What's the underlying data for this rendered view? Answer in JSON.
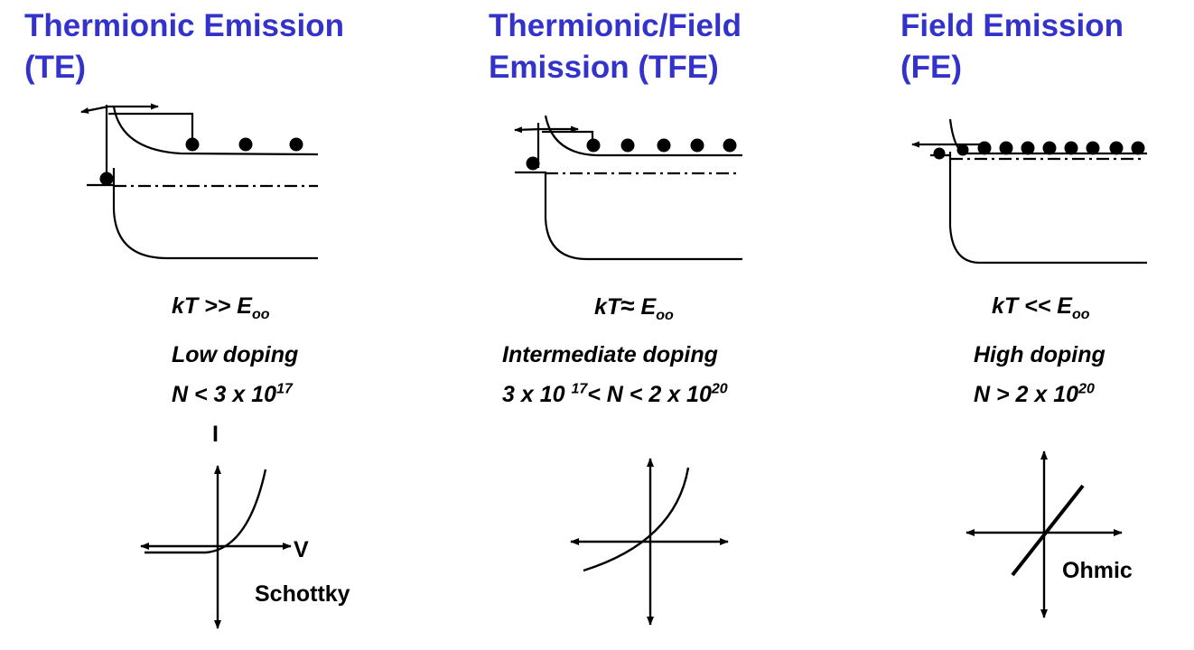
{
  "columns": [
    {
      "title_line1": "Thermionic Emission",
      "title_line2": "(TE)",
      "relation_left": "kT  >> E",
      "relation_sub": "oo",
      "doping": "Low doping",
      "range_text": "N < 3 x 10",
      "range_sup": "17"
    },
    {
      "title_line1": "Thermionic/Field",
      "title_line2": "Emission (TFE)",
      "relation_left": "kT",
      "relation_symbol": "≈",
      "relation_right": " E",
      "relation_sub": "oo",
      "doping": "Intermediate doping",
      "range_a": "3 x 10 ",
      "range_a_sup": "17",
      "range_b": "< N < 2 x 10",
      "range_b_sup": "20"
    },
    {
      "title_line1": "Field Emission",
      "title_line2": "(FE)",
      "relation_left": "kT  << E",
      "relation_sub": "oo",
      "doping": "High doping",
      "range_text": "N > 2 x 10",
      "range_sup": "20"
    }
  ],
  "iv_labels": {
    "current_axis": "I",
    "voltage_axis": "V",
    "schottky": "Schottky",
    "ohmic": "Ohmic"
  },
  "colors": {
    "title": "#3333cc",
    "ink": "#000000",
    "background": "#ffffff"
  }
}
